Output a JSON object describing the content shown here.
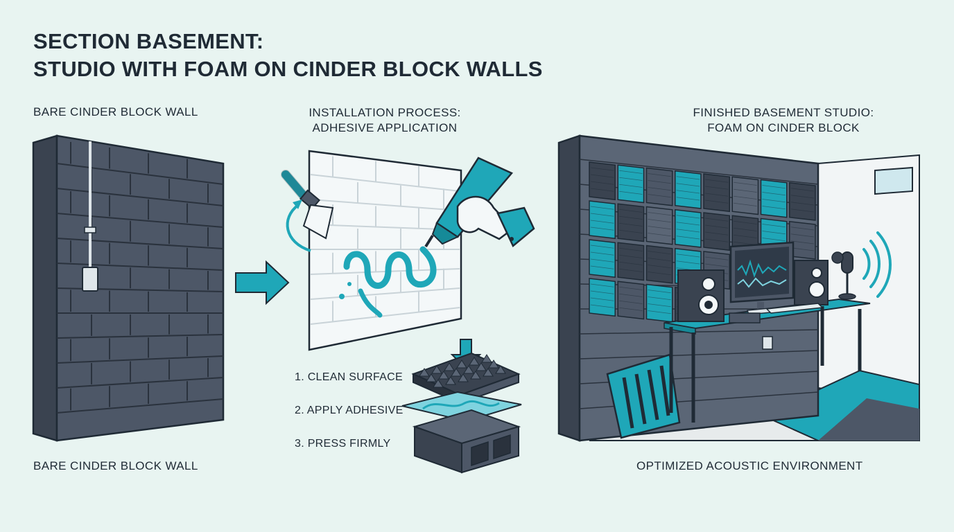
{
  "title": {
    "line1": "SECTION BASEMENT:",
    "line2": "STUDIO WITH FOAM ON CINDER BLOCK WALLS"
  },
  "panels": {
    "left": {
      "top_label": "BARE CINDER BLOCK WALL",
      "bottom_label": "BARE CINDER BLOCK WALL"
    },
    "middle": {
      "label_line1": "INSTALLATION PROCESS:",
      "label_line2": "ADHESIVE APPLICATION",
      "steps": [
        "1. CLEAN SURFACE",
        "2. APPLY ADHESIVE",
        "3. PRESS FIRMLY"
      ]
    },
    "right": {
      "label_line1": "FINISHED BASEMENT STUDIO:",
      "label_line2": "FOAM ON CINDER BLOCK",
      "bottom_label": "OPTIMIZED ACOUSTIC ENVIRONMENT"
    }
  },
  "colors": {
    "background": "#e8f4f1",
    "wall": "#4a5463",
    "accent": "#1fa7b8",
    "outline": "#1f2a35"
  },
  "icons": [
    "brush-icon",
    "adhesive-tube-icon",
    "arrow-right-icon",
    "arrow-down-icon",
    "sound-wave-icon",
    "power-outlet-icon"
  ]
}
